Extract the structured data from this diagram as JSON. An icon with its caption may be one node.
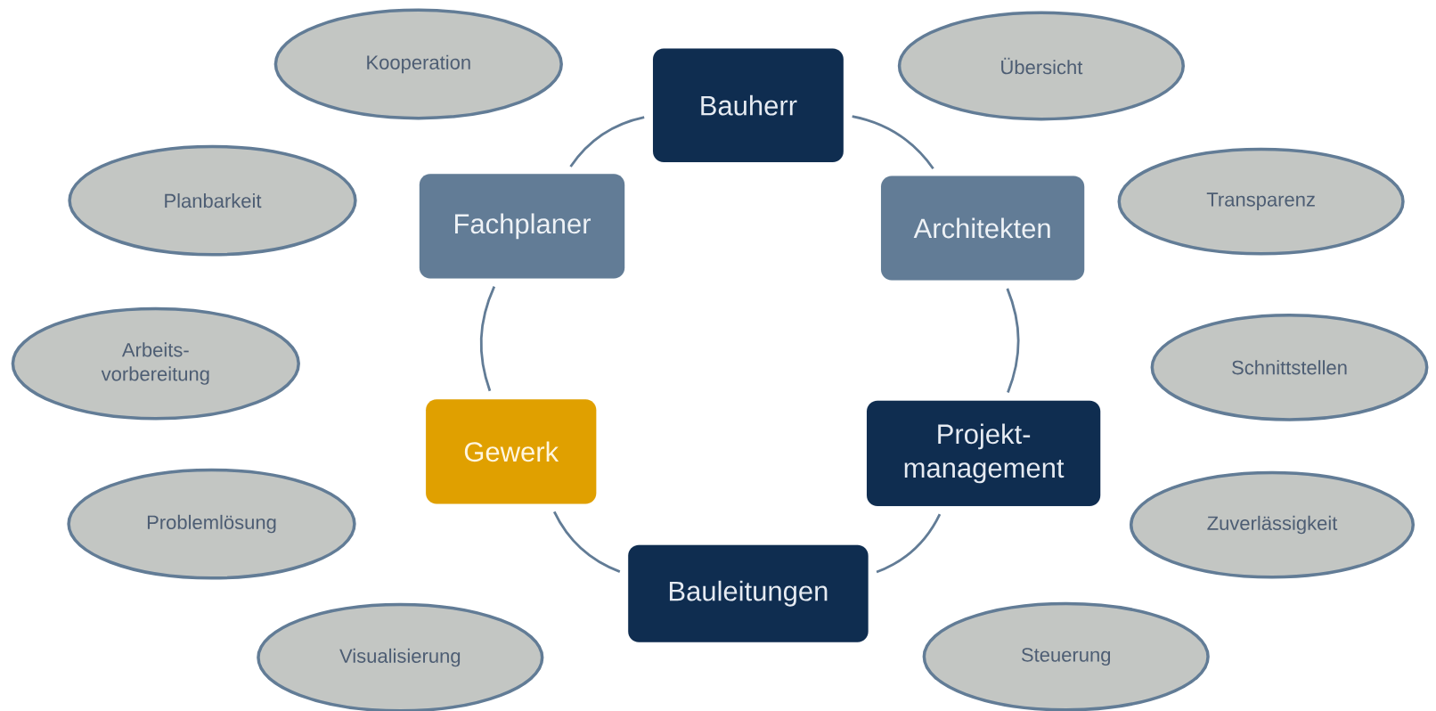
{
  "diagram": {
    "nodes": [
      {
        "text": [
          "Kooperation"
        ]
      },
      {
        "text": [
          "Bauherr"
        ]
      },
      {
        "text": [
          "Übersicht"
        ]
      },
      {
        "text": [
          "Planbarkeit"
        ]
      },
      {
        "text": [
          "Fachplaner"
        ]
      },
      {
        "text": [
          "Architekten"
        ]
      },
      {
        "text": [
          "Transparenz"
        ]
      },
      {
        "text": [
          "Arbeits- vorbereitung"
        ]
      },
      {
        "text": [
          "Schnittstellen"
        ]
      },
      {
        "text": [
          "Gewerk"
        ]
      },
      {
        "text": [
          "Projekt- management"
        ]
      },
      {
        "text": [
          "Problemlösung"
        ]
      },
      {
        "text": [
          "Zuverlässigkeit"
        ]
      },
      {
        "text": [
          "Visualisierung"
        ]
      },
      {
        "text": [
          "Bauleitungen"
        ]
      },
      {
        "text": [
          "Steuerung"
        ]
      }
    ],
    "edges": [
      {
        "from": 4,
        "to": 1,
        "arrow": "none"
      },
      {
        "from": 1,
        "to": 5,
        "arrow": "none"
      },
      {
        "from": 5,
        "to": 10,
        "arrow": "none"
      },
      {
        "from": 10,
        "to": 14,
        "arrow": "none"
      },
      {
        "from": 14,
        "to": 9,
        "arrow": "none"
      },
      {
        "from": 9,
        "to": 4,
        "arrow": "none"
      }
    ]
  }
}
